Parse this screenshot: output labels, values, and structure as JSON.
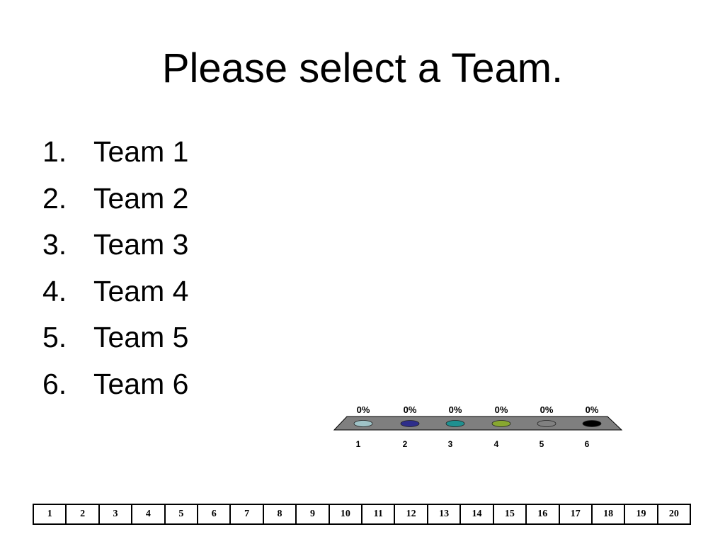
{
  "slide": {
    "title": "Please select a Team."
  },
  "options": [
    {
      "number": "1.",
      "label": "Team 1"
    },
    {
      "number": "2.",
      "label": "Team 2"
    },
    {
      "number": "3.",
      "label": "Team 3"
    },
    {
      "number": "4.",
      "label": "Team 4"
    },
    {
      "number": "5.",
      "label": "Team 5"
    },
    {
      "number": "6.",
      "label": "Team 6"
    }
  ],
  "chart_data": {
    "type": "bar",
    "categories": [
      "1",
      "2",
      "3",
      "4",
      "5",
      "6"
    ],
    "values": [
      0,
      0,
      0,
      0,
      0,
      0
    ],
    "value_labels": [
      "0%",
      "0%",
      "0%",
      "0%",
      "0%",
      "0%"
    ],
    "colors": [
      "#9fc3c7",
      "#2e2e8a",
      "#1f9090",
      "#88a830",
      "#808080",
      "#000000"
    ],
    "base_color": "#7f7f7f",
    "ylim": [
      0,
      100
    ]
  },
  "response_grid": {
    "cells": [
      "1",
      "2",
      "3",
      "4",
      "5",
      "6",
      "7",
      "8",
      "9",
      "10",
      "11",
      "12",
      "13",
      "14",
      "15",
      "16",
      "17",
      "18",
      "19",
      "20"
    ]
  }
}
